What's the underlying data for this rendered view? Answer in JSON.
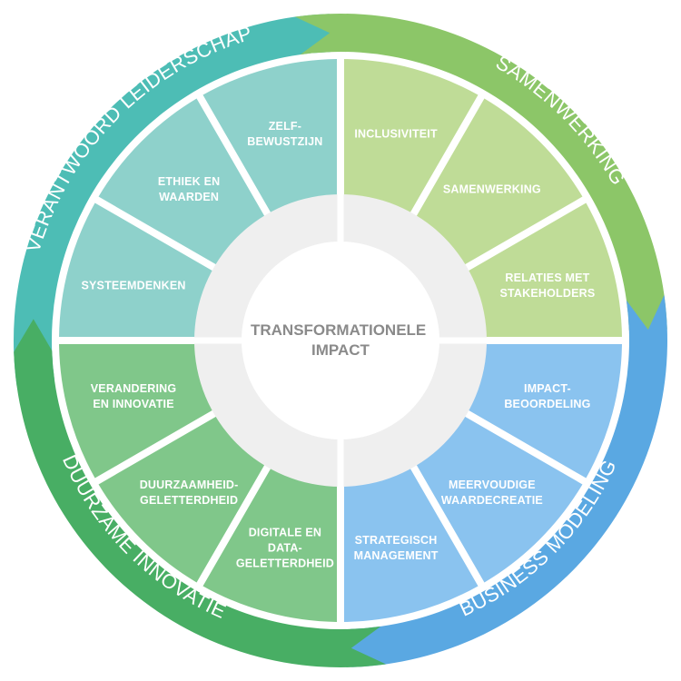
{
  "center": {
    "lines": [
      "TRANSFORMATIONELE",
      "IMPACT"
    ],
    "color": "#8a8a8a"
  },
  "quadrants": [
    {
      "id": "leiderschap",
      "ring_label": "VERANTWOORD LEIDERSCHAP",
      "ring_color": "#4dbdb5",
      "segment_color": "#8ed1cb",
      "segments": [
        {
          "lines": [
            "SYSTEEMDENKEN"
          ]
        },
        {
          "lines": [
            "ETHIEK EN",
            "WAARDEN"
          ]
        },
        {
          "lines": [
            "ZELF-",
            "BEWUSTZIJN"
          ]
        }
      ]
    },
    {
      "id": "samenwerking",
      "ring_label": "SAMENWERKING",
      "ring_color": "#8cc668",
      "segment_color": "#bfdc97",
      "segments": [
        {
          "lines": [
            "INCLUSIVITEIT"
          ]
        },
        {
          "lines": [
            "SAMENWERKING"
          ]
        },
        {
          "lines": [
            "RELATIES MET",
            "STAKEHOLDERS"
          ]
        }
      ]
    },
    {
      "id": "business",
      "ring_label": "BUSINESS MODELING",
      "ring_color": "#5aa8e2",
      "segment_color": "#8ac3ef",
      "segments": [
        {
          "lines": [
            "IMPACT-",
            "BEOORDELING"
          ]
        },
        {
          "lines": [
            "MEERVOUDIGE",
            "WAARDECREATIE"
          ]
        },
        {
          "lines": [
            "STRATEGISCH",
            "MANAGEMENT"
          ]
        }
      ]
    },
    {
      "id": "innovatie",
      "ring_label": "DUURZAME INNOVATIE",
      "ring_color": "#48ae64",
      "segment_color": "#80c78a",
      "segments": [
        {
          "lines": [
            "DIGITALE EN",
            "DATA-",
            "GELETTERDHEID"
          ]
        },
        {
          "lines": [
            "DUURZAAMHEID-",
            "GELETTERDHEID"
          ]
        },
        {
          "lines": [
            "VERANDERING",
            "EN INNOVATIE"
          ]
        }
      ]
    }
  ]
}
